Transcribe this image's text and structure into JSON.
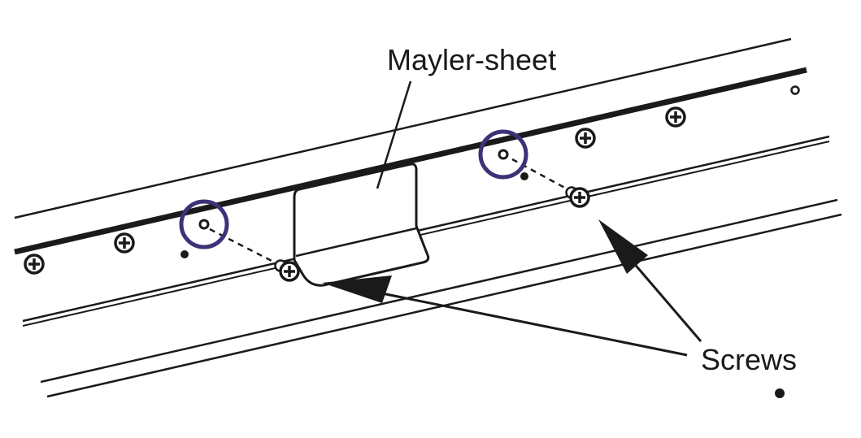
{
  "labels": {
    "mayler_sheet": "Mayler-sheet",
    "screws": "Screws"
  },
  "colors": {
    "line": "#1a1a1a",
    "highlight_circle": "#3b3277",
    "background": "#ffffff"
  },
  "icons": {
    "screw": "phillips-screw-head-icon",
    "hole": "screw-hole-icon",
    "highlight": "highlight-circle"
  }
}
